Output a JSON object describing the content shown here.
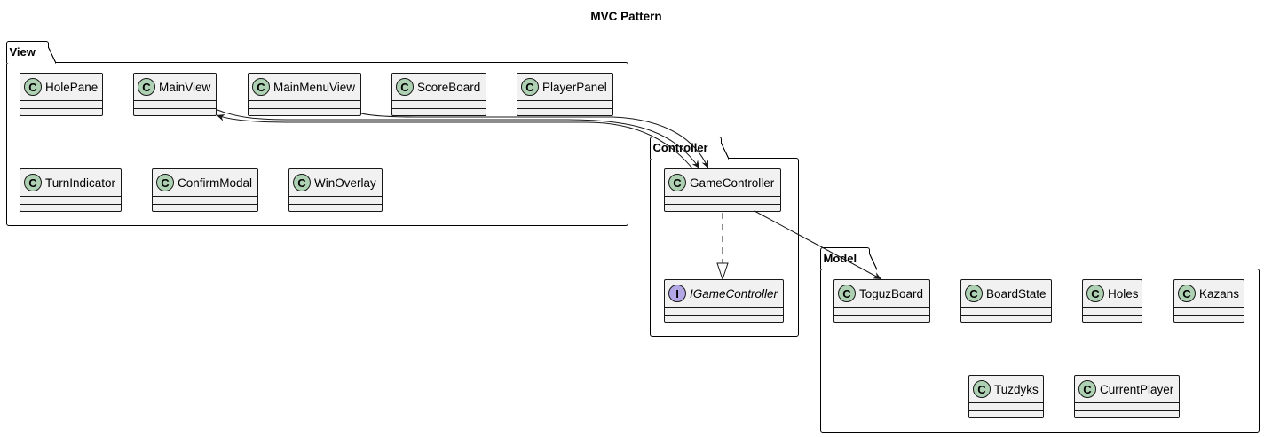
{
  "diagram": {
    "title": "MVC Pattern",
    "packages": {
      "view": {
        "name": "View",
        "classes": [
          {
            "name": "HolePane",
            "stereotype": "C"
          },
          {
            "name": "MainView",
            "stereotype": "C"
          },
          {
            "name": "MainMenuView",
            "stereotype": "C"
          },
          {
            "name": "ScoreBoard",
            "stereotype": "C"
          },
          {
            "name": "PlayerPanel",
            "stereotype": "C"
          },
          {
            "name": "TurnIndicator",
            "stereotype": "C"
          },
          {
            "name": "ConfirmModal",
            "stereotype": "C"
          },
          {
            "name": "WinOverlay",
            "stereotype": "C"
          }
        ]
      },
      "controller": {
        "name": "Controller",
        "classes": [
          {
            "name": "GameController",
            "stereotype": "C"
          },
          {
            "name": "IGameController",
            "stereotype": "I"
          }
        ]
      },
      "model": {
        "name": "Model",
        "classes": [
          {
            "name": "ToguzBoard",
            "stereotype": "C"
          },
          {
            "name": "BoardState",
            "stereotype": "C"
          },
          {
            "name": "Holes",
            "stereotype": "C"
          },
          {
            "name": "Kazans",
            "stereotype": "C"
          },
          {
            "name": "Tuzdyks",
            "stereotype": "C"
          },
          {
            "name": "CurrentPlayer",
            "stereotype": "C"
          }
        ]
      }
    },
    "relations": [
      {
        "from": "MainView",
        "to": "GameController",
        "kind": "association"
      },
      {
        "from": "MainMenuView",
        "to": "GameController",
        "kind": "association"
      },
      {
        "from": "GameController",
        "to": "MainView",
        "kind": "association"
      },
      {
        "from": "GameController",
        "to": "IGameController",
        "kind": "realization"
      },
      {
        "from": "GameController",
        "to": "ToguzBoard",
        "kind": "association"
      }
    ],
    "colors": {
      "class_fill": "#F1F1F1",
      "class_stereotype": "#ADD1B2",
      "interface_stereotype": "#B4A7E5",
      "line": "#181818"
    }
  }
}
